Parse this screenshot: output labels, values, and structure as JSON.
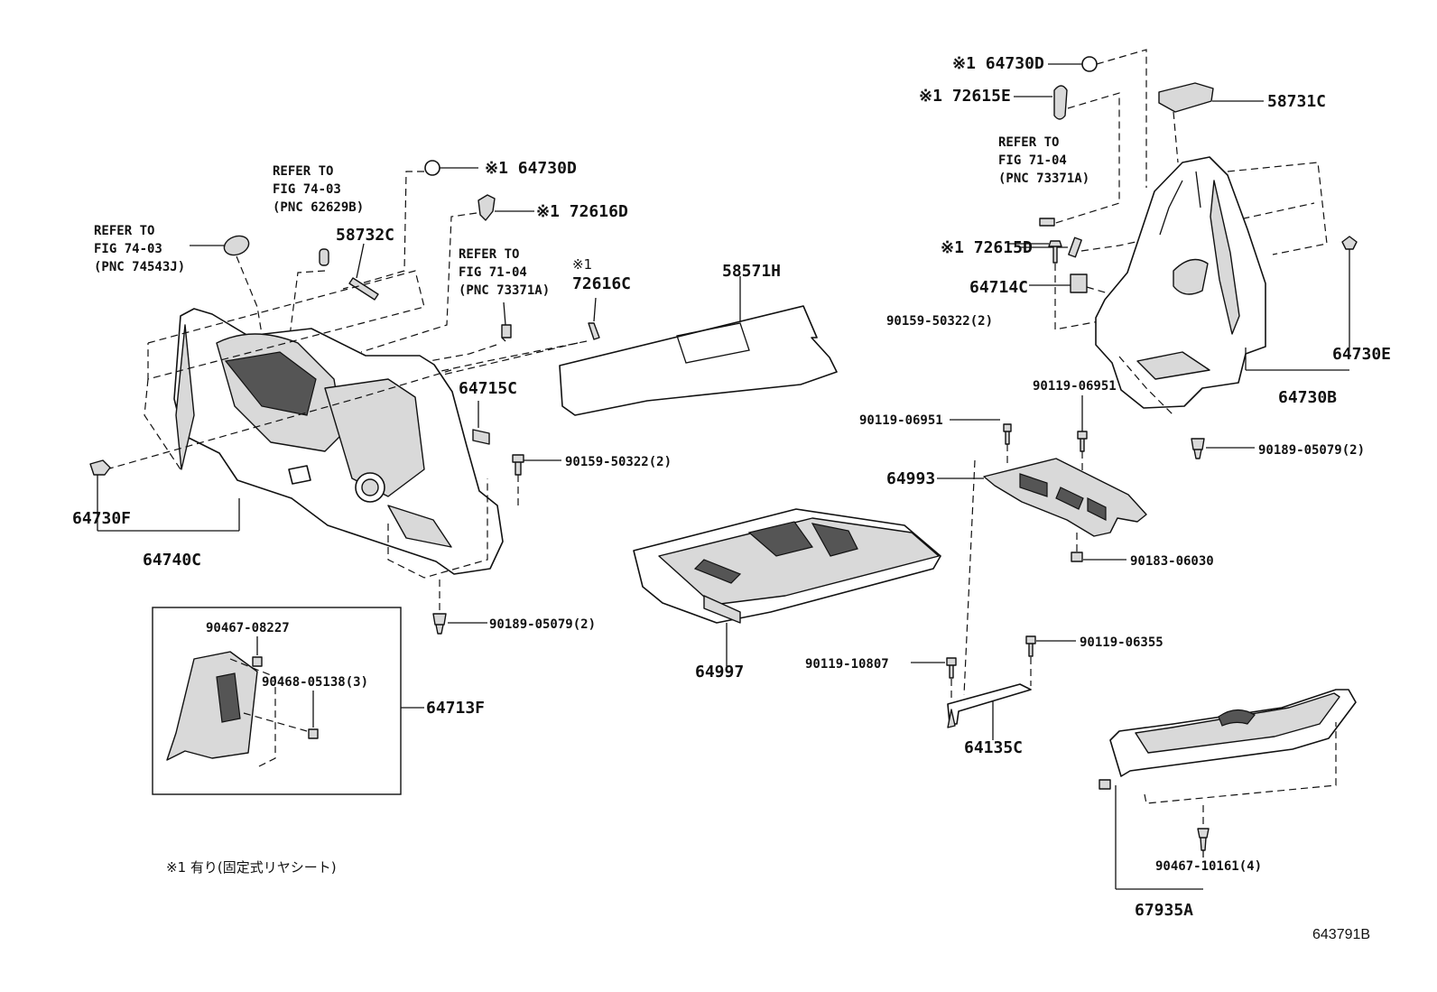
{
  "labels": {
    "p_64730D_top": "※1 64730D",
    "p_72615E": "※1 72615E",
    "p_58731C": "58731C",
    "ref_right_l1": "REFER TO",
    "ref_right_l2": "FIG 71-04",
    "ref_right_l3": "(PNC 73371A)",
    "p_72615D": "※1 72615D",
    "p_64714C": "64714C",
    "p_90159_right": "90159-50322(2)",
    "p_64730E": "64730E",
    "p_64730B": "64730B",
    "p_90119_06951_a": "90119-06951",
    "p_90119_06951_b": "90119-06951",
    "p_90189_right": "90189-05079(2)",
    "p_64993": "64993",
    "p_90183": "90183-06030",
    "p_90119_06355": "90119-06355",
    "p_90119_10807": "90119-10807",
    "p_64135C": "64135C",
    "p_90467_10161": "90467-10161(4)",
    "p_67935A": "67935A",
    "p_64730D_mid": "※1 64730D",
    "p_72616D": "※1 72616D",
    "ref_mid_l1": "REFER TO",
    "ref_mid_l2": "FIG 74-03",
    "ref_mid_l3": "(PNC 62629B)",
    "p_58732C": "58732C",
    "ref_left_l1": "REFER TO",
    "ref_left_l2": "FIG 74-03",
    "ref_left_l3": "(PNC 74543J)",
    "ref_c_l1": "REFER TO",
    "ref_c_l2": "FIG 71-04",
    "ref_c_l3": "(PNC 73371A)",
    "p_72616C_mark": "※1",
    "p_72616C": "72616C",
    "p_58571H": "58571H",
    "p_64715C": "64715C",
    "p_90159_left": "90159-50322(2)",
    "p_64730F": "64730F",
    "p_64740C": "64740C",
    "p_90189_left": "90189-05079(2)",
    "p_64997": "64997",
    "p_90467_08227": "90467-08227",
    "p_90468_05138": "90468-05138(3)",
    "p_64713F": "64713F",
    "footnote": "※1 有り(固定式リヤシート)",
    "diagram_code": "643791B"
  }
}
